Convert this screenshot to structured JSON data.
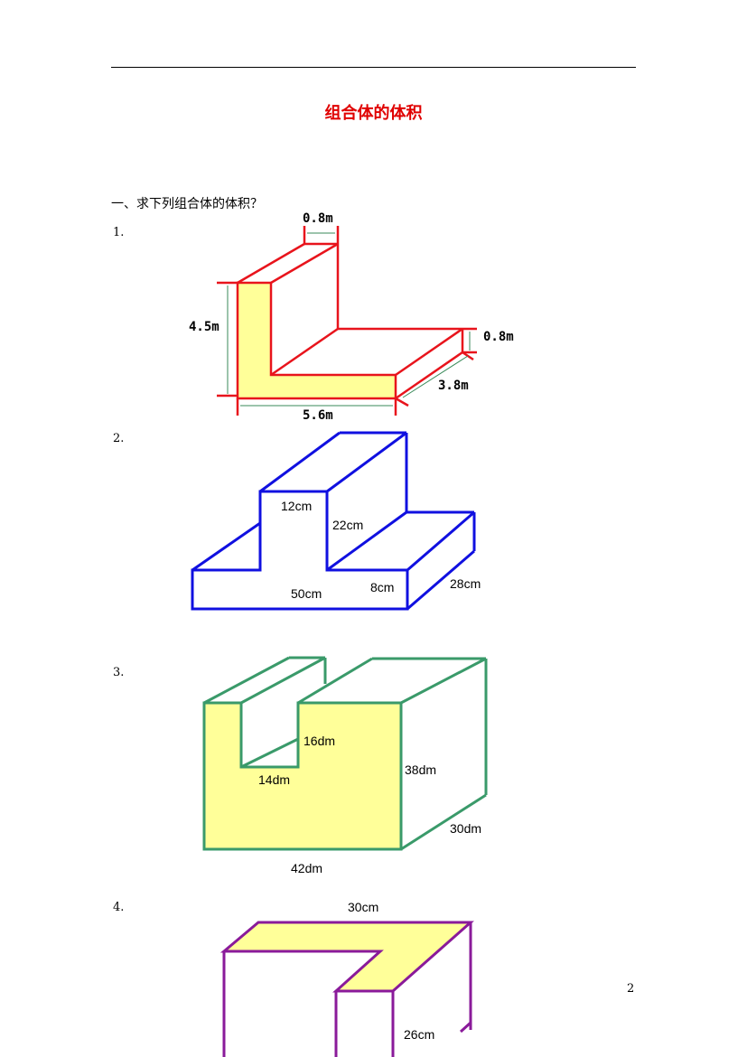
{
  "document": {
    "title": "组合体的体积",
    "section_heading": "一、求下列组合体的体积？",
    "page_number": "2"
  },
  "problems": [
    {
      "number": "1.",
      "color": "#e8141c",
      "fill": "#ffff99",
      "labels": {
        "top_width": "0.8m",
        "height": "4.5m",
        "base_thickness": "0.8m",
        "depth": "3.8m",
        "length": "5.6m"
      }
    },
    {
      "number": "2.",
      "color": "#1010e0",
      "labels": {
        "top_width": "12cm",
        "top_height": "22cm",
        "length": "50cm",
        "base_height": "8cm",
        "depth": "28cm"
      }
    },
    {
      "number": "3.",
      "color": "#3a9a6a",
      "fill": "#ffff99",
      "labels": {
        "notch_height": "16dm",
        "notch_width": "14dm",
        "height": "38dm",
        "depth": "30dm",
        "length": "42dm"
      }
    },
    {
      "number": "4.",
      "color": "#8a1a9a",
      "fill": "#ffff99",
      "labels": {
        "top_length": "30cm",
        "height": "26cm"
      }
    }
  ]
}
